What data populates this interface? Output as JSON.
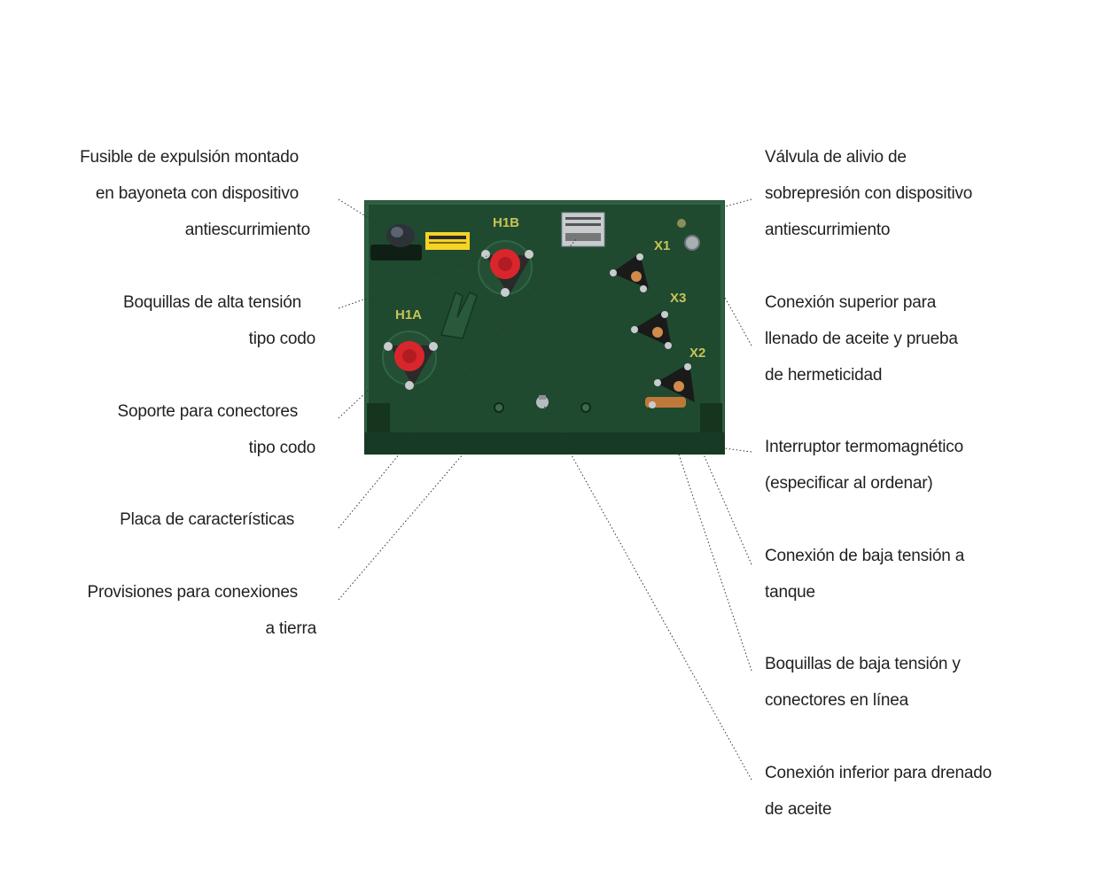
{
  "colors": {
    "tank": "#1f4a30",
    "tank_edge": "#2c6242",
    "bushing": "#d9262c",
    "label_tag": "#c9c257",
    "caution": "#f5d327",
    "text": "#231f20"
  },
  "terminals": {
    "h1a": "H1A",
    "h1b": "H1B",
    "x1": "X1",
    "x2": "X2",
    "x3": "X3"
  },
  "labels_left": [
    {
      "lines": [
        "Fusible de expulsión montado",
        "en bayoneta con dispositivo",
        "antiescurrimiento"
      ]
    },
    {
      "lines": [
        "Boquillas de alta tensión",
        "tipo codo"
      ]
    },
    {
      "lines": [
        "Soporte para conectores",
        "tipo codo"
      ]
    },
    {
      "lines": [
        "Placa de características"
      ]
    },
    {
      "lines": [
        "Provisiones para conexiones",
        "a tierra"
      ]
    }
  ],
  "labels_right": [
    {
      "lines": [
        "Válvula de alivio de",
        "sobrepresión con dispositivo",
        "antiescurrimiento"
      ]
    },
    {
      "lines": [
        "Conexión superior para",
        "llenado de aceite y prueba",
        "de hermeticidad"
      ]
    },
    {
      "lines": [
        "Interruptor termomagnético",
        "(especificar al ordenar)"
      ]
    },
    {
      "lines": [
        "Conexión de baja tensión a",
        "tanque"
      ]
    },
    {
      "lines": [
        "Boquillas de baja tensión y",
        "conectores en línea"
      ]
    },
    {
      "lines": [
        "Conexión inferior para drenado",
        "de aceite"
      ]
    }
  ]
}
